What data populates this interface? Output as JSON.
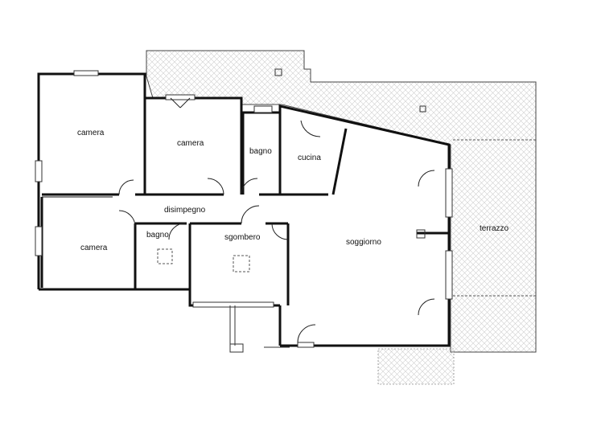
{
  "rooms": {
    "camera_top_left": "camera",
    "camera_top_center": "camera",
    "bagno_top": "bagno",
    "cucina": "cucina",
    "disimpegno": "disimpegno",
    "bagno_small": "bagno",
    "camera_bottom_left": "camera",
    "sgombero": "sgombero",
    "soggiorno": "soggiorno",
    "terrazzo": "terrazzo"
  }
}
